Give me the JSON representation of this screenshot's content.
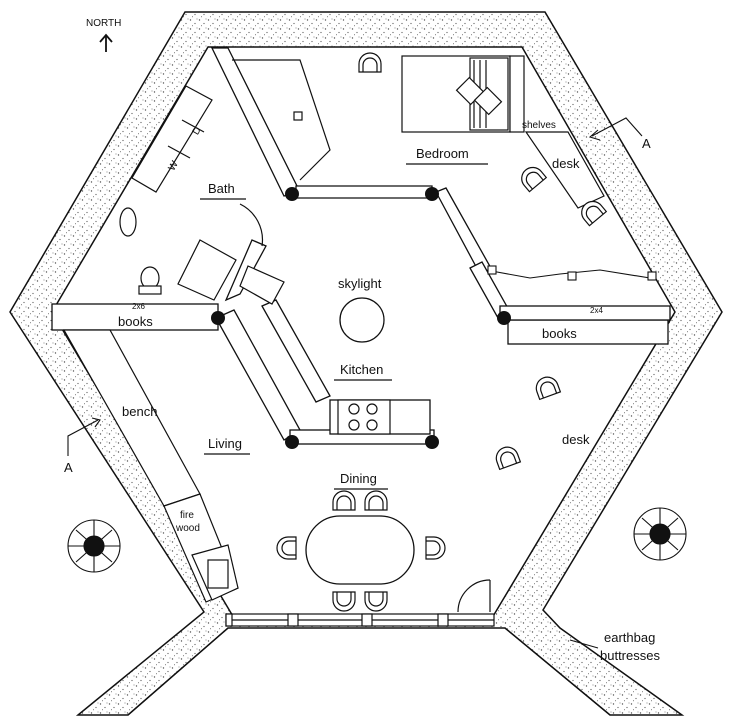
{
  "plan": {
    "north_label": "NORTH",
    "section_marker": "A",
    "rooms": {
      "bedroom": "Bedroom",
      "bath": "Bath",
      "kitchen": "Kitchen",
      "living": "Living",
      "dining": "Dining"
    },
    "features": {
      "skylight": "skylight",
      "shelves": "shelves",
      "desk_upper": "desk",
      "desk_right": "desk",
      "books_left": "books",
      "books_right": "books",
      "bench": "bench",
      "firewood_line1": "fire",
      "firewood_line2": "wood",
      "washer": "W",
      "dryer": "D",
      "dim_2x6": "2x6",
      "dim_2x4": "2x4",
      "buttress_line1": "earthbag",
      "buttress_line2": "buttresses"
    }
  },
  "colors": {
    "line": "#111111",
    "earth_fill": "#ffffff",
    "stipple": "#555555"
  }
}
